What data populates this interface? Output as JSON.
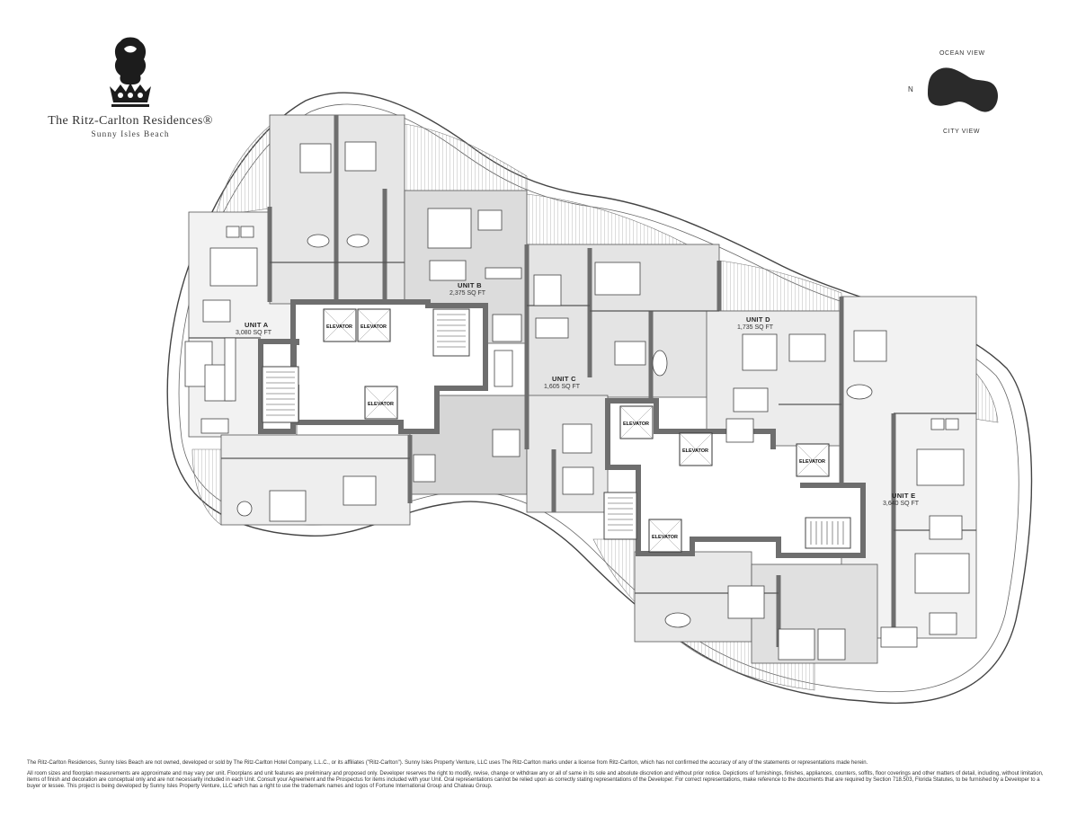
{
  "brand": {
    "name": "The Ritz-Carlton Residences®",
    "location": "Sunny Isles Beach"
  },
  "compass": {
    "top": "OCEAN VIEW",
    "left": "N",
    "bottom": "CITY VIEW",
    "marker_color": "#2a2a2a"
  },
  "units": [
    {
      "name": "UNIT A",
      "area": "3,080 SQ FT"
    },
    {
      "name": "UNIT B",
      "area": "2,375 SQ FT"
    },
    {
      "name": "UNIT C",
      "area": "1,605 SQ FT"
    },
    {
      "name": "UNIT D",
      "area": "1,735 SQ FT"
    },
    {
      "name": "UNIT E",
      "area": "3,640 SQ FT"
    }
  ],
  "elevator_label": "ELEVATOR",
  "colors": {
    "wall": "#6e6e6e",
    "room_fill": "#dcdcdc",
    "core_fill": "#bdbdbd",
    "terrace_fill": "#efefef",
    "outline": "#444444"
  },
  "disclaimer": [
    "The Ritz-Carlton Residences, Sunny Isles Beach are not owned, developed or sold by The Ritz-Carlton Hotel Company, L.L.C., or its affiliates (\"Ritz-Carlton\"). Sunny Isles Property Venture, LLC uses The Ritz-Carlton marks under a license from Ritz-Carlton, which has not confirmed the accuracy of any of the statements or representations made herein.",
    "All room sizes and floorplan measurements are approximate and may vary per unit. Floorplans and unit features are preliminary and proposed only. Developer reserves the right to modify, revise, change or withdraw any or all of same in its sole and absolute discretion and without prior notice. Depictions of furnishings, finishes, appliances, counters, soffits, floor coverings and other matters of detail, including, without limitation, items of finish and decoration are conceptual only and are not necessarily included in each Unit. Consult your Agreement and the Prospectus for items included with your Unit. Oral representations cannot be relied upon as correctly stating representations of the Developer. For correct representations, make reference to the documents that are required by Section 718.503, Florida Statutes, to be furnished by a Developer to a buyer or lessee. This project is being developed by Sunny Isles Property Venture, LLC which has a right to use the trademark names and logos of Fortune International Group and Chateau Group."
  ]
}
